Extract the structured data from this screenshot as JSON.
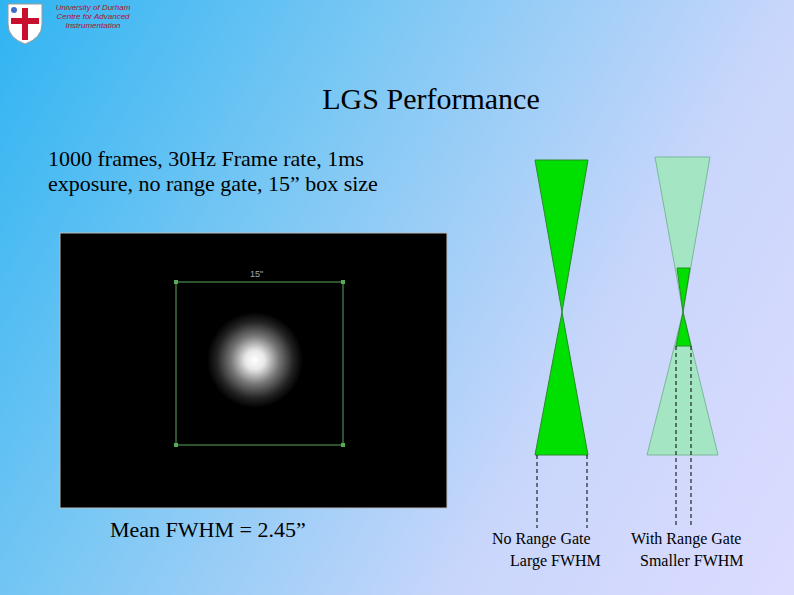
{
  "diagram": {
    "title": "LGS Performance",
    "labels": [
      "University of Durham Centre for Advanced Instrumentation",
      "1000 frames, 30Hz Frame rate, 1ms exposure, no range gate, 15” box size",
      "15\"",
      "Mean FWHM = 2.45”",
      "No Range Gate",
      "Large FWHM",
      "With Range Gate",
      "Smaller FWHM"
    ]
  }
}
